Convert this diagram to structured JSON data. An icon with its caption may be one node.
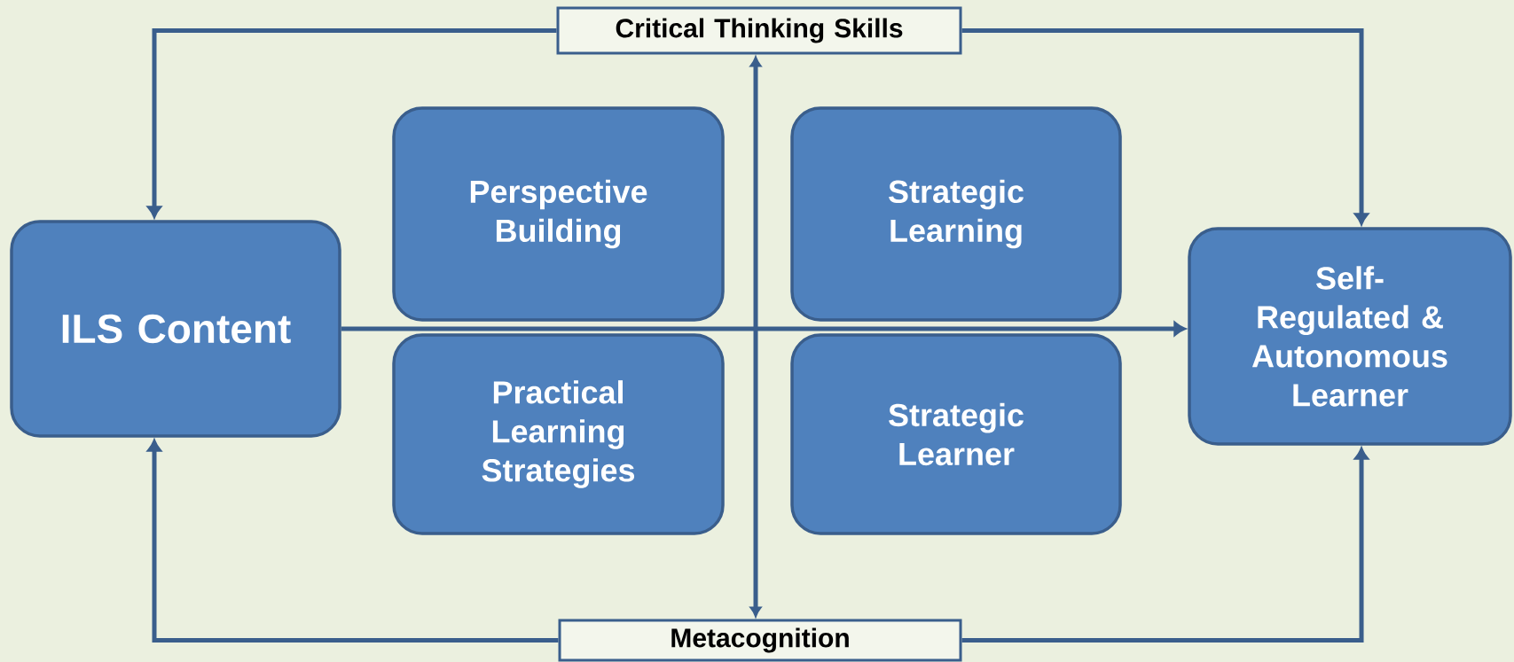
{
  "diagram": {
    "nodes": [
      {
        "text": [
          "Critical Thinking Skills"
        ]
      },
      {
        "text": [
          "ILS Content"
        ]
      },
      {
        "text": [
          "Perspective Building"
        ]
      },
      {
        "text": [
          "Strategic Learning"
        ]
      },
      {
        "text": [
          "Self-Regulated & Autonomous Learner"
        ]
      },
      {
        "text": [
          "Practical Learning Strategies"
        ]
      },
      {
        "text": [
          "Strategic Learner"
        ]
      },
      {
        "text": [
          "Metacognition"
        ]
      }
    ],
    "edges": [
      {
        "from": 0,
        "to": 1,
        "arrow": "to"
      },
      {
        "from": 0,
        "to": 4,
        "arrow": "to"
      },
      {
        "from": 7,
        "to": 1,
        "arrow": "to"
      },
      {
        "from": 7,
        "to": 4,
        "arrow": "to"
      },
      {
        "from": 1,
        "to": 4,
        "arrow": "to"
      },
      {
        "from": 0,
        "to": 7,
        "arrow": "both"
      }
    ]
  }
}
